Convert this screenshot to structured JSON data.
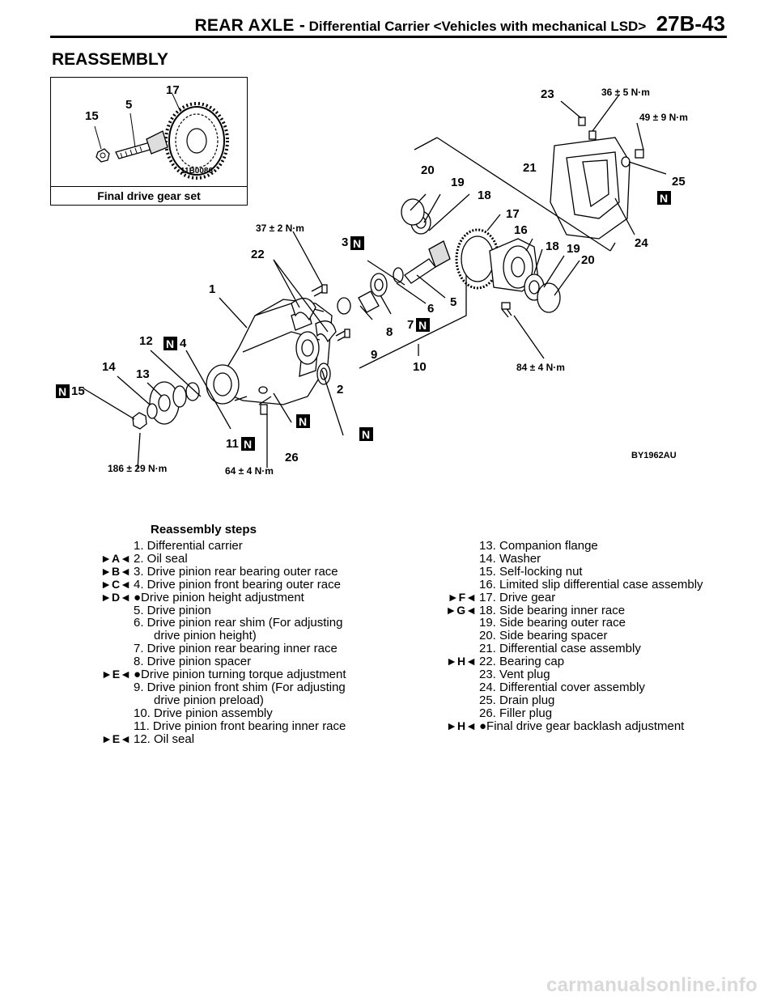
{
  "header": {
    "section": "REAR AXLE -",
    "subtitle": "Differential Carrier <Vehicles with mechanical LSD>",
    "page": "27B-43"
  },
  "title": "REASSEMBLY",
  "inset": {
    "caption": "Final drive gear set",
    "code": "11B0086",
    "labels": [
      "15",
      "5",
      "17"
    ]
  },
  "diagram": {
    "code": "BY1962AU",
    "torques": {
      "t23": "36 ± 5 N·m",
      "t25": "49 ± 9 N·m",
      "t22": "37 ± 2 N·m",
      "t16": "84 ± 4 N·m",
      "t15": "186 ± 29 N·m",
      "t26": "64 ± 4 N·m"
    },
    "new_part_mark": "N"
  },
  "steps_title": "Reassembly steps",
  "steps_left": [
    {
      "mark": "",
      "text": "1. Differential carrier"
    },
    {
      "mark": "►A◄",
      "text": "2. Oil seal"
    },
    {
      "mark": "►B◄",
      "text": "3. Drive pinion rear bearing outer race"
    },
    {
      "mark": "►C◄",
      "text": "4. Drive pinion front bearing outer race"
    },
    {
      "mark": "►D◄",
      "text": "●Drive pinion height adjustment"
    },
    {
      "mark": "",
      "text": "5. Drive pinion"
    },
    {
      "mark": "",
      "text": "6. Drive pinion rear shim (For adjusting",
      "cont": "drive pinion height)"
    },
    {
      "mark": "",
      "text": "7. Drive pinion rear bearing inner race"
    },
    {
      "mark": "",
      "text": "8. Drive pinion spacer"
    },
    {
      "mark": "►E◄",
      "text": "●Drive pinion turning torque adjustment"
    },
    {
      "mark": "",
      "text": "9. Drive pinion front shim (For adjusting",
      "cont": "drive pinion preload)"
    },
    {
      "mark": "",
      "text": "10. Drive pinion assembly"
    },
    {
      "mark": "",
      "text": "11. Drive pinion front bearing inner race"
    },
    {
      "mark": "►E◄",
      "text": "12. Oil seal"
    }
  ],
  "steps_right": [
    {
      "mark": "",
      "text": "13. Companion flange"
    },
    {
      "mark": "",
      "text": "14. Washer"
    },
    {
      "mark": "",
      "text": "15. Self-locking nut"
    },
    {
      "mark": "",
      "text": "16. Limited slip differential case assembly"
    },
    {
      "mark": "►F◄",
      "text": "17. Drive gear"
    },
    {
      "mark": "►G◄",
      "text": "18. Side bearing inner race"
    },
    {
      "mark": "",
      "text": "19. Side bearing outer race"
    },
    {
      "mark": "",
      "text": "20. Side bearing spacer"
    },
    {
      "mark": "",
      "text": "21. Differential case assembly"
    },
    {
      "mark": "►H◄",
      "text": "22. Bearing cap"
    },
    {
      "mark": "",
      "text": "23. Vent plug"
    },
    {
      "mark": "",
      "text": "24. Differential cover assembly"
    },
    {
      "mark": "",
      "text": "25. Drain plug"
    },
    {
      "mark": "",
      "text": "26. Filler plug"
    },
    {
      "mark": "►H◄",
      "text": "●Final drive gear backlash adjustment"
    }
  ],
  "watermark": "carmanualsonline.info"
}
